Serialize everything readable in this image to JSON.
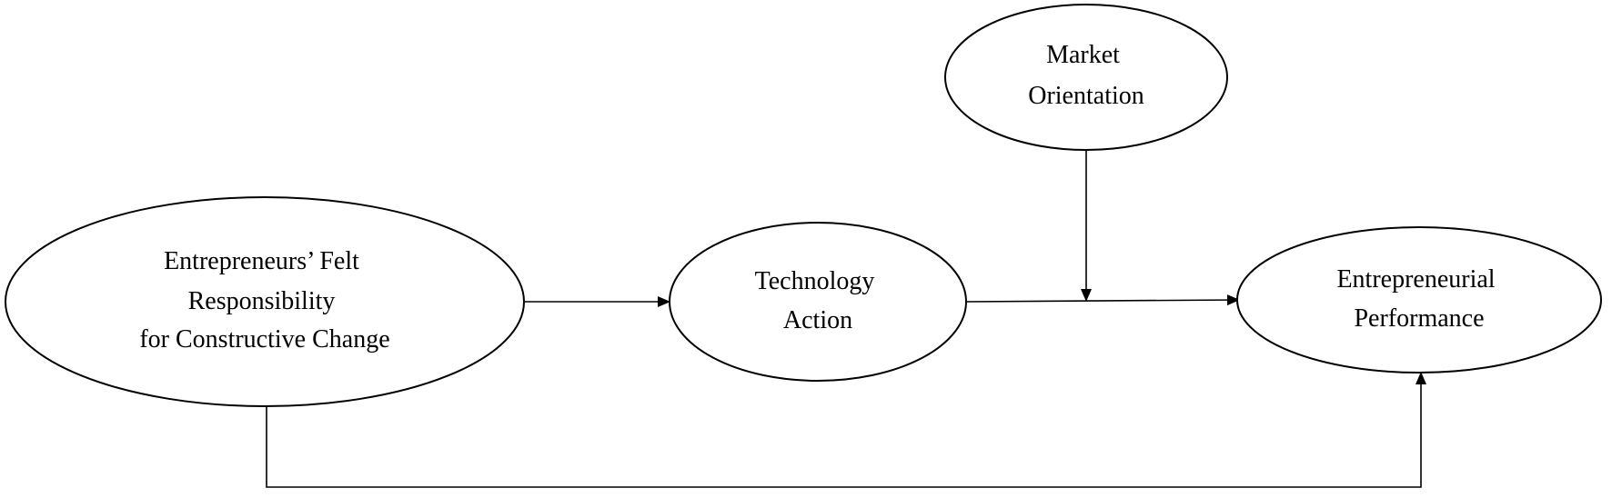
{
  "nodes": {
    "felt_responsibility": {
      "lines": [
        "Entrepreneurs’ Felt",
        "Responsibility",
        "for Constructive Change"
      ]
    },
    "technology_action": {
      "lines": [
        "Technology",
        "Action"
      ]
    },
    "market_orientation": {
      "lines": [
        "Market",
        "Orientation"
      ]
    },
    "entrepreneurial_performance": {
      "lines": [
        "Entrepreneurial",
        "Performance"
      ]
    }
  },
  "edges": [
    {
      "from": "felt_responsibility",
      "to": "technology_action"
    },
    {
      "from": "technology_action",
      "to": "entrepreneurial_performance"
    },
    {
      "from": "market_orientation",
      "to": "technology_action_to_performance_path",
      "type": "moderation"
    },
    {
      "from": "felt_responsibility",
      "to": "entrepreneurial_performance"
    }
  ]
}
